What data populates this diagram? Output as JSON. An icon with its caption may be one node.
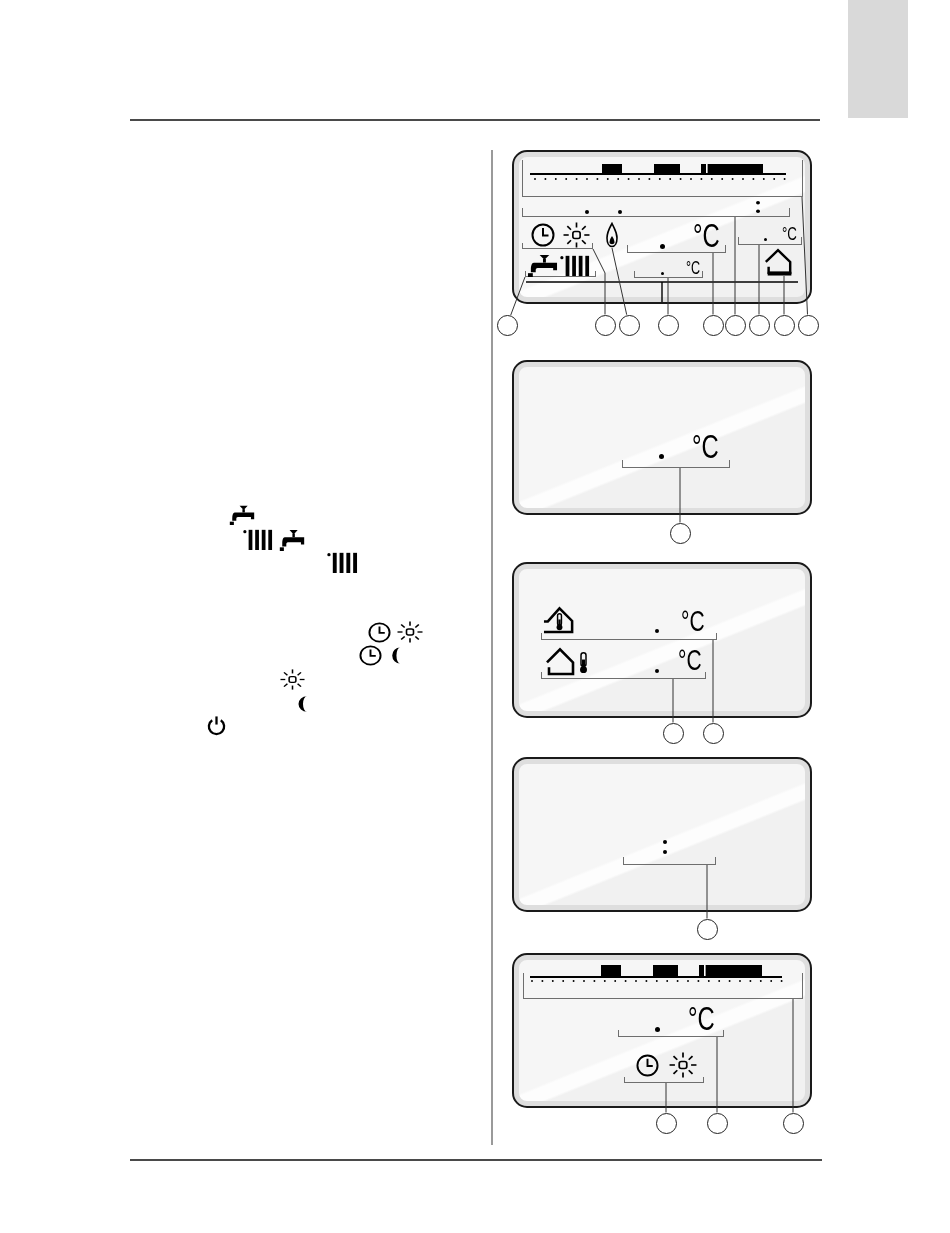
{
  "diagram": {
    "nodes": [
      {
        "text": [],
        "shape": "box"
      },
      {
        "text": [],
        "shape": "bracket",
        "in": 0
      },
      {
        "text": [],
        "shape": "bracket",
        "in": 0
      },
      {
        "text": [],
        "shape": "bracket",
        "in": 0
      },
      {
        "text": [],
        "shape": "picture",
        "in": 0
      },
      {
        "text": [
          "°C"
        ],
        "in": 0
      },
      {
        "text": [
          "°C"
        ],
        "in": 0
      },
      {
        "text": [],
        "shape": "bracket",
        "in": 0
      },
      {
        "text": [
          "°C"
        ],
        "in": 0
      },
      {
        "text": [],
        "shape": "picture",
        "in": 0
      },
      {
        "text": [],
        "shape": "circle"
      },
      {
        "text": [],
        "shape": "circle"
      },
      {
        "text": [],
        "shape": "circle"
      },
      {
        "text": [],
        "shape": "circle"
      },
      {
        "text": [],
        "shape": "circle"
      },
      {
        "text": [],
        "shape": "circle"
      },
      {
        "text": [],
        "shape": "circle"
      },
      {
        "text": [],
        "shape": "circle"
      },
      {
        "text": [],
        "shape": "circle"
      },
      {
        "text": [],
        "shape": "box"
      },
      {
        "text": [
          "°C"
        ],
        "in": 19
      },
      {
        "text": [],
        "shape": "circle"
      },
      {
        "text": [],
        "shape": "box"
      },
      {
        "text": [
          "°C"
        ],
        "in": 22
      },
      {
        "text": [
          "°C"
        ],
        "in": 22
      },
      {
        "text": [],
        "shape": "circle"
      },
      {
        "text": [],
        "shape": "circle"
      },
      {
        "text": [],
        "shape": "box"
      },
      {
        "text": [],
        "shape": "bracket",
        "in": 27
      },
      {
        "text": [],
        "shape": "circle"
      },
      {
        "text": [],
        "shape": "box"
      },
      {
        "text": [],
        "shape": "bracket",
        "in": 30
      },
      {
        "text": [
          "°C"
        ],
        "in": 30
      },
      {
        "text": [],
        "shape": "bracket",
        "in": 30
      },
      {
        "text": [],
        "shape": "circle"
      },
      {
        "text": [],
        "shape": "circle"
      },
      {
        "text": [],
        "shape": "circle"
      },
      {
        "text": [],
        "shape": "tab"
      }
    ],
    "edges": [
      {
        "from": 10,
        "to": 7,
        "arrow": "none"
      },
      {
        "from": 11,
        "to": 3,
        "arrow": "none"
      },
      {
        "from": 12,
        "to": 4,
        "arrow": "none"
      },
      {
        "from": 13,
        "to": 8,
        "arrow": "none"
      },
      {
        "from": 14,
        "to": 5,
        "arrow": "none"
      },
      {
        "from": 15,
        "to": 2,
        "arrow": "none"
      },
      {
        "from": 16,
        "to": 6,
        "arrow": "none"
      },
      {
        "from": 17,
        "to": 9,
        "arrow": "none"
      },
      {
        "from": 18,
        "to": 1,
        "arrow": "none"
      },
      {
        "from": 21,
        "to": 20,
        "arrow": "none"
      },
      {
        "from": 25,
        "to": 24,
        "arrow": "none"
      },
      {
        "from": 26,
        "to": 23,
        "arrow": "none"
      },
      {
        "from": 29,
        "to": 28,
        "arrow": "none"
      },
      {
        "from": 34,
        "to": 33,
        "arrow": "none"
      },
      {
        "from": 35,
        "to": 32,
        "arrow": "none"
      },
      {
        "from": 36,
        "to": 31,
        "arrow": "none"
      }
    ]
  }
}
